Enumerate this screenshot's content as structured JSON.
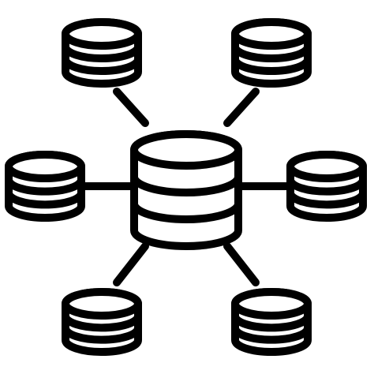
{
  "icon": {
    "name": "database-network-icon",
    "style": "outline",
    "colors": {
      "stroke": "#000000",
      "background": "#ffffff",
      "fill": "#ffffff"
    },
    "nodes": [
      "center-database",
      "top-left-database",
      "top-right-database",
      "left-database",
      "right-database",
      "bottom-left-database",
      "bottom-right-database"
    ]
  }
}
